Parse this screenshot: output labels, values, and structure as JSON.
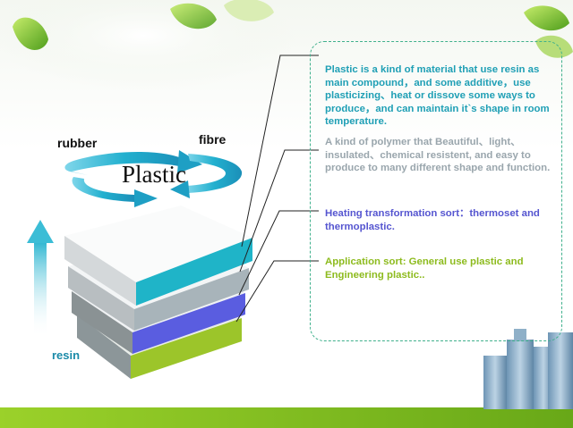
{
  "labels": {
    "rubber": "rubber",
    "fibre": "fibre",
    "plastic": "Plastic",
    "resin": "resin"
  },
  "descriptions": [
    {
      "text": "Plastic is a kind of material that use resin as main compound，and some additive，use plasticizing、heat or dissove some ways to produce，and can maintain it`s shape in room temperature.",
      "color": "#1f9fb5"
    },
    {
      "text": "A kind of polymer that Beautiful、light、insulated、chemical resistent, and easy to produce to many different shape and function.",
      "color": "#9aa6ad"
    },
    {
      "text": "Heating transformation sort：thermoset and thermoplastic.",
      "color": "#5555d0"
    },
    {
      "text": "Application sort: General use plastic and Engineering plastic..",
      "color": "#8dbb1e"
    }
  ],
  "colors": {
    "teal_layer": "#1fb4c8",
    "gray_layer": "#a8b4ba",
    "blue_layer": "#5a5de0",
    "green_layer": "#9cc52a",
    "arrow": "#25b3cf",
    "box_border": "#3fb08c"
  }
}
